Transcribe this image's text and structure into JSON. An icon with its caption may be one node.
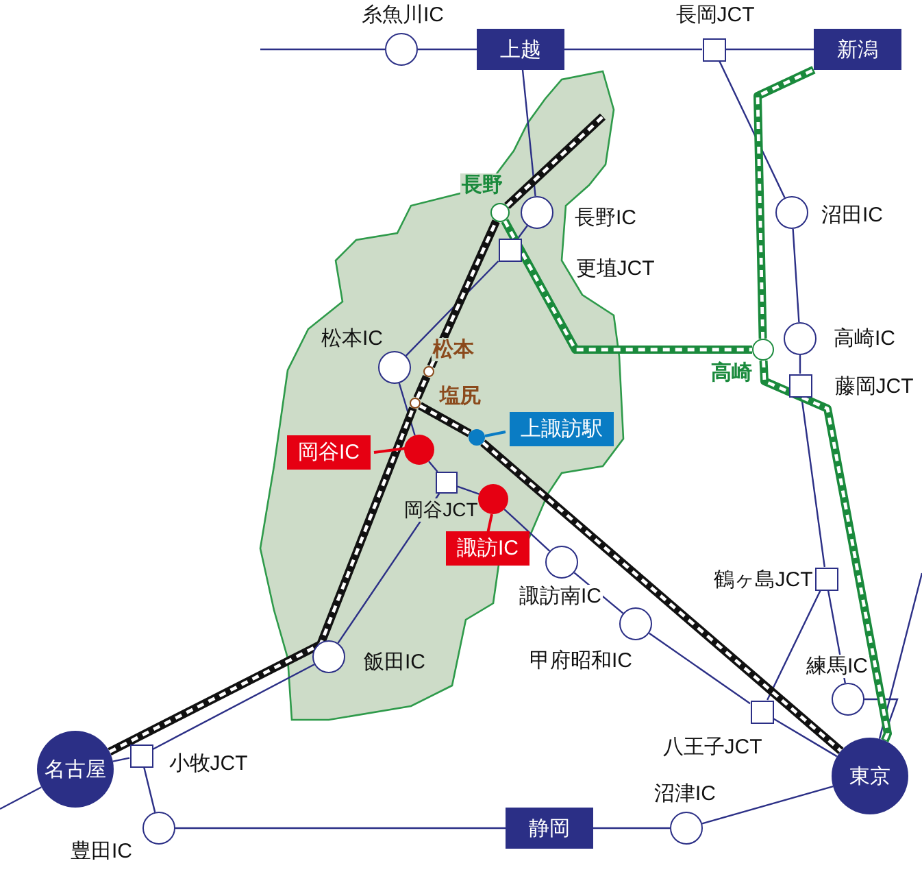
{
  "diagram": {
    "nodes": [
      {
        "text": [
          "糸魚川IC"
        ]
      },
      {
        "text": [
          "上越"
        ]
      },
      {
        "text": [
          "長岡JCT"
        ]
      },
      {
        "text": [
          "新潟"
        ]
      },
      {
        "text": [
          "長野IC"
        ]
      },
      {
        "text": [
          "更埴JCT"
        ]
      },
      {
        "text": [
          "松本IC"
        ]
      },
      {
        "text": [
          "岡谷IC"
        ]
      },
      {
        "text": [
          "岡谷JCT"
        ]
      },
      {
        "text": [
          "諏訪IC"
        ]
      },
      {
        "text": [
          "諏訪南IC"
        ]
      },
      {
        "text": [
          "沼田IC"
        ]
      },
      {
        "text": [
          "高崎IC"
        ]
      },
      {
        "text": [
          "藤岡JCT"
        ]
      },
      {
        "text": [
          "鶴ヶ島JCT"
        ]
      },
      {
        "text": [
          "練馬IC"
        ]
      },
      {
        "text": [
          "甲府昭和IC"
        ]
      },
      {
        "text": [
          "八王子JCT"
        ]
      },
      {
        "text": [
          "東京"
        ]
      },
      {
        "text": [
          "飯田IC"
        ]
      },
      {
        "text": [
          "名古屋"
        ]
      },
      {
        "text": [
          "小牧JCT"
        ]
      },
      {
        "text": [
          "豊田IC"
        ]
      },
      {
        "text": [
          "静岡"
        ]
      },
      {
        "text": [
          "沼津IC"
        ]
      },
      {
        "text": [
          "長野"
        ]
      },
      {
        "text": [
          "高崎"
        ]
      },
      {
        "text": [
          "松本"
        ]
      },
      {
        "text": [
          "塩尻"
        ]
      },
      {
        "text": [
          "上諏訪駅"
        ]
      }
    ],
    "edges": [
      {
        "from": null,
        "to": 0,
        "arrow": "none"
      },
      {
        "from": 0,
        "to": 1,
        "arrow": "none"
      },
      {
        "from": 1,
        "to": 2,
        "arrow": "none"
      },
      {
        "from": 2,
        "to": 3,
        "arrow": "none"
      },
      {
        "from": 1,
        "to": 4,
        "arrow": "none"
      },
      {
        "from": 4,
        "to": 5,
        "arrow": "none"
      },
      {
        "from": 2,
        "to": 11,
        "arrow": "none"
      },
      {
        "from": 11,
        "to": 12,
        "arrow": "none"
      },
      {
        "from": 12,
        "to": 13,
        "arrow": "none"
      },
      {
        "from": 13,
        "to": 14,
        "arrow": "none"
      },
      {
        "from": 14,
        "to": 17,
        "arrow": "none"
      },
      {
        "from": 14,
        "to": 15,
        "arrow": "none"
      },
      {
        "from": 15,
        "to": 18,
        "arrow": "none"
      },
      {
        "from": 18,
        "to": null,
        "arrow": "none"
      },
      {
        "from": 5,
        "to": 6,
        "arrow": "none"
      },
      {
        "from": 6,
        "to": 7,
        "arrow": "none"
      },
      {
        "from": 7,
        "to": 8,
        "arrow": "none"
      },
      {
        "from": 8,
        "to": 9,
        "arrow": "none"
      },
      {
        "from": 9,
        "to": 10,
        "arrow": "none"
      },
      {
        "from": 8,
        "to": 19,
        "arrow": "none"
      },
      {
        "from": 19,
        "to": 21,
        "arrow": "none"
      },
      {
        "from": 21,
        "to": 20,
        "arrow": "none"
      },
      {
        "from": 20,
        "to": null,
        "arrow": "none"
      },
      {
        "from": 21,
        "to": 22,
        "arrow": "none"
      },
      {
        "from": 22,
        "to": 23,
        "arrow": "none"
      },
      {
        "from": 23,
        "to": 24,
        "arrow": "none"
      },
      {
        "from": 24,
        "to": 18,
        "arrow": "none"
      },
      {
        "from": 10,
        "to": 16,
        "arrow": "none"
      },
      {
        "from": 16,
        "to": 17,
        "arrow": "none"
      },
      {
        "from": 17,
        "to": 18,
        "arrow": "none"
      },
      {
        "from": 20,
        "to": 28,
        "arrow": "none",
        "style": "thick",
        "color": "#111111"
      },
      {
        "from": 28,
        "to": 27,
        "arrow": "none",
        "style": "thick",
        "color": "#111111"
      },
      {
        "from": 27,
        "to": 25,
        "arrow": "none",
        "style": "thick",
        "color": "#111111"
      },
      {
        "from": 25,
        "to": null,
        "arrow": "none",
        "style": "thick",
        "color": "#111111"
      },
      {
        "from": 28,
        "to": 29,
        "arrow": "none",
        "style": "thick",
        "color": "#111111"
      },
      {
        "from": 29,
        "to": 18,
        "arrow": "none",
        "style": "thick",
        "color": "#111111"
      },
      {
        "from": 25,
        "to": 26,
        "arrow": "none",
        "style": "thick",
        "color": "#1a8a3c"
      },
      {
        "from": 26,
        "to": 3,
        "arrow": "none",
        "style": "thick",
        "color": "#1a8a3c"
      },
      {
        "from": 26,
        "to": 18,
        "arrow": "none",
        "style": "thick",
        "color": "#1a8a3c"
      }
    ]
  }
}
